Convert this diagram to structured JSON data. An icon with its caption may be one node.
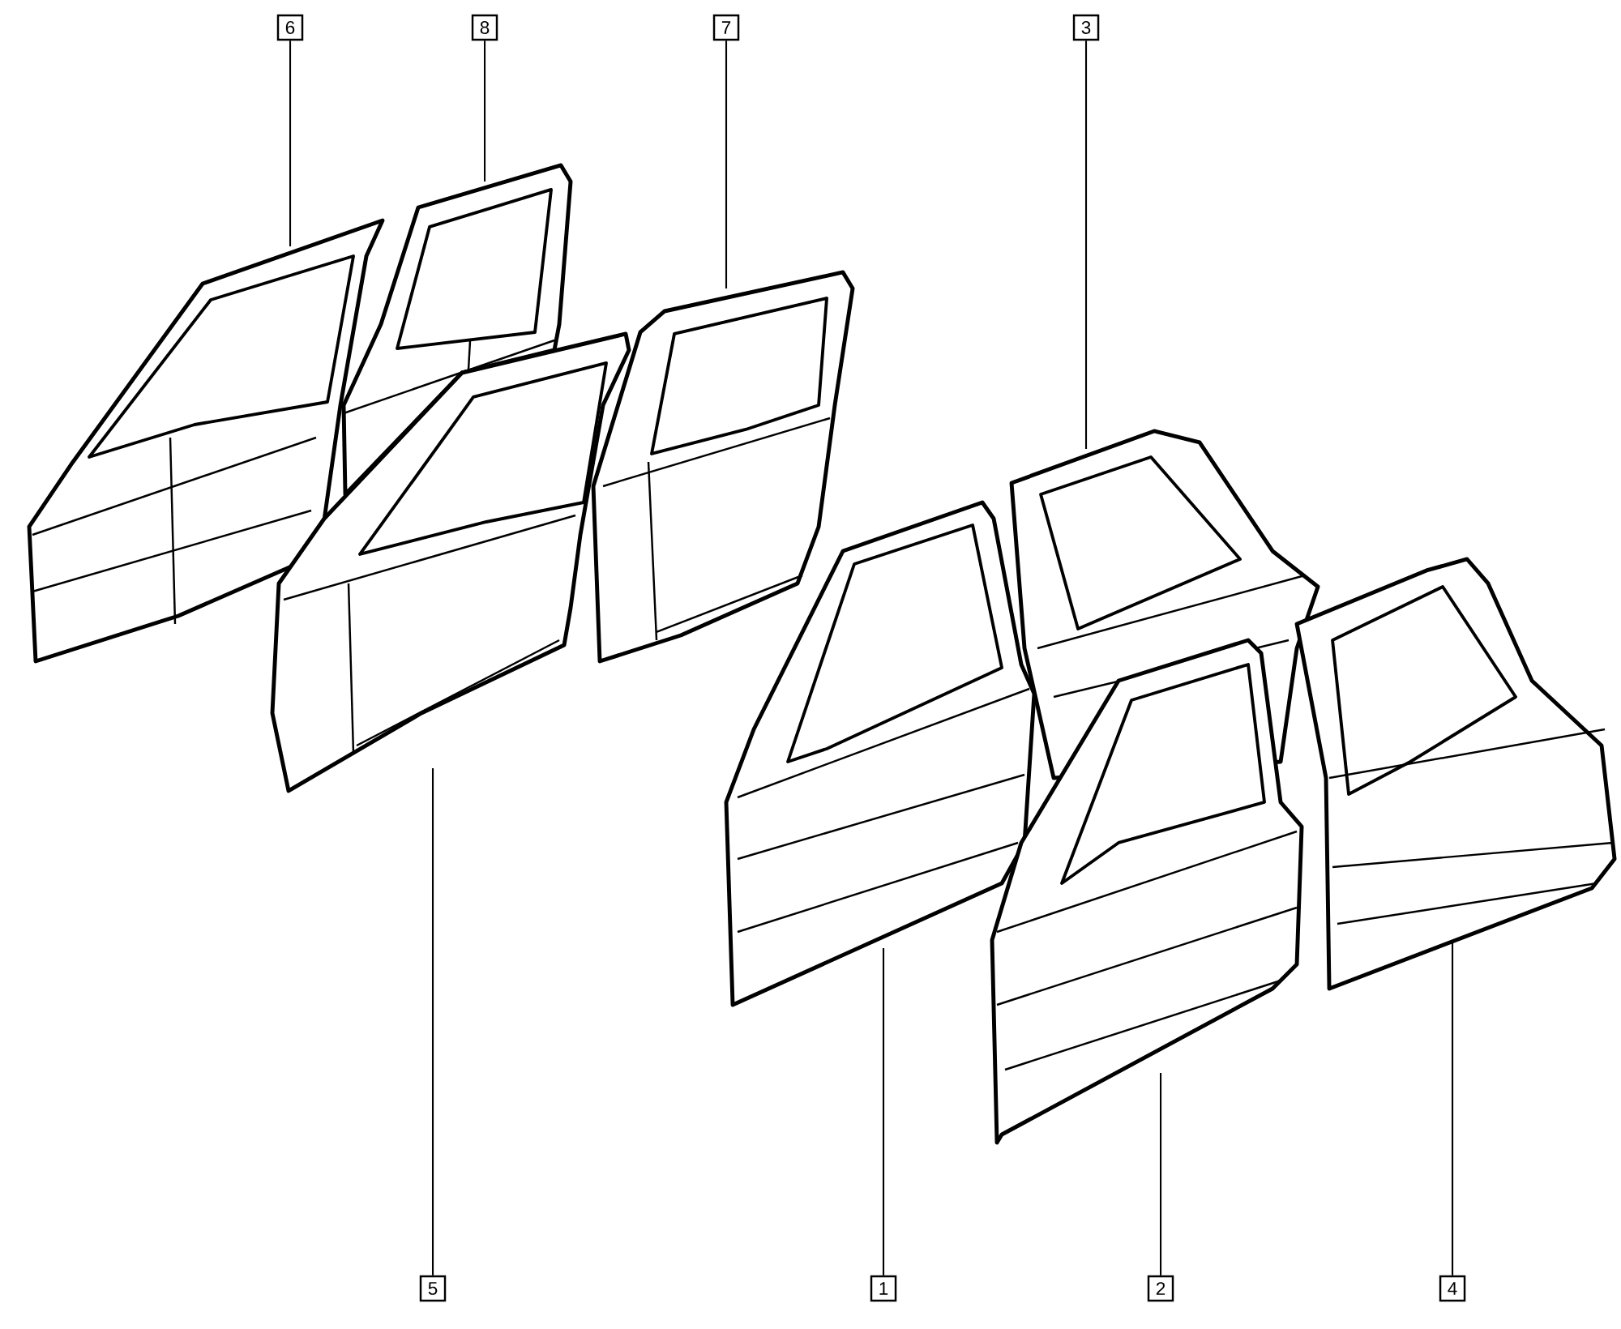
{
  "diagram": {
    "nodes": [
      {
        "text": [
          "6"
        ]
      },
      {
        "text": [
          "8"
        ]
      },
      {
        "text": [
          "7"
        ]
      },
      {
        "text": [
          "3"
        ]
      },
      {
        "text": [
          "5"
        ]
      },
      {
        "text": [
          "1"
        ]
      },
      {
        "text": [
          "2"
        ]
      },
      {
        "text": [
          "4"
        ]
      },
      {
        "text": [],
        "shape": "picture"
      },
      {
        "text": [],
        "shape": "picture"
      },
      {
        "text": [],
        "shape": "picture"
      },
      {
        "text": [],
        "shape": "picture"
      },
      {
        "text": [],
        "shape": "picture"
      },
      {
        "text": [],
        "shape": "picture"
      },
      {
        "text": [],
        "shape": "picture"
      },
      {
        "text": [],
        "shape": "picture"
      }
    ],
    "edges": [
      {
        "from": 0,
        "to": 8,
        "arrow": "none"
      },
      {
        "from": 1,
        "to": 9,
        "arrow": "none"
      },
      {
        "from": 2,
        "to": 10,
        "arrow": "none"
      },
      {
        "from": 3,
        "to": 11,
        "arrow": "none"
      },
      {
        "from": 4,
        "to": 12,
        "arrow": "none"
      },
      {
        "from": 5,
        "to": 13,
        "arrow": "none"
      },
      {
        "from": 6,
        "to": 14,
        "arrow": "none"
      },
      {
        "from": 7,
        "to": 15,
        "arrow": "none"
      }
    ]
  }
}
